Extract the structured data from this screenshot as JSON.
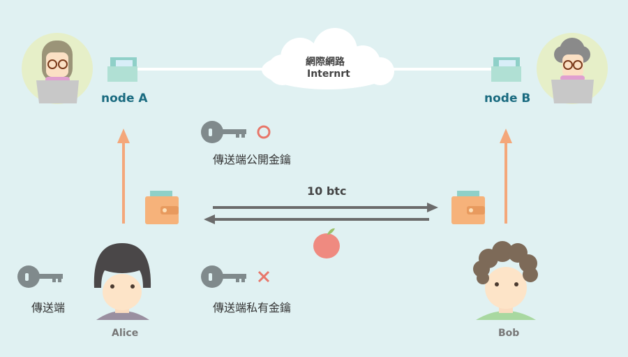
{
  "network": {
    "line1": "網際網路",
    "line2": "Internrt"
  },
  "nodes": {
    "a": "node A",
    "b": "node B"
  },
  "public_key_label": "傳送端公開金鑰",
  "private_key_label": "傳送端私有金鑰",
  "sender_label": "傳送端",
  "amount": "10 btc",
  "people": {
    "alice": "Alice",
    "bob": "Bob"
  },
  "colors": {
    "background": "#e0f1f2",
    "node_text": "#1a6b80",
    "arrow": "#f4a77a",
    "transfer_arrow": "#6b6b6b",
    "ok": "#e8776a",
    "no": "#e8776a"
  }
}
